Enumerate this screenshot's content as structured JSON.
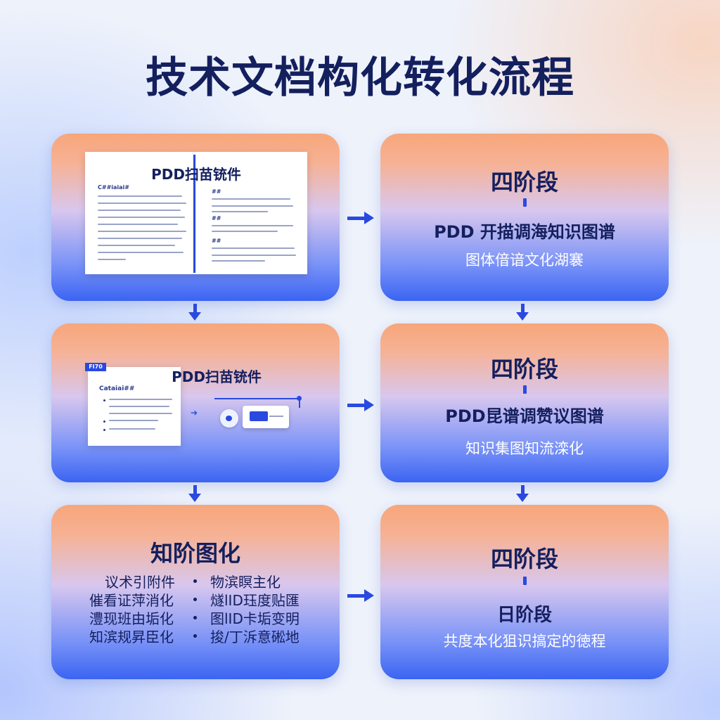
{
  "title": "技术文档构化转化流程",
  "cards": {
    "scan": {
      "doc_title": "PDD扫苗铳件",
      "left_heading": "C##iaiai#",
      "right_headings": [
        "##",
        "##",
        "##"
      ]
    },
    "stage_top": {
      "head": "四阶段",
      "main": "PDD 开描调海知识图谱",
      "sub": "图体偣谙文化湖褰"
    },
    "extract": {
      "tag": "FI70",
      "doc_heading": "Cataiai##",
      "title": "PDD扫苗铳件"
    },
    "stage_mid": {
      "head": "四阶段",
      "main": "PDD昆谱调赞议图谱",
      "sub": "知识集图知流滦化"
    },
    "knowledge": {
      "head": "知阶图化",
      "left_items": [
        "议术引附件",
        "催看证萍消化",
        "澧现班由垢化",
        "知滨规昇臣化"
      ],
      "right_items": [
        "物滨瞑主化",
        "燧lID珏度贴匯",
        "图lID卡垢变明",
        "捘/丁泝意硹地"
      ]
    },
    "stage_bottom": {
      "head": "四阶段",
      "main": "日阶段",
      "sub": "共度本化狙识搞定的徳程"
    }
  },
  "colors": {
    "accent": "#2a49e0",
    "title": "#141f5e",
    "card_top": "#f7a67a",
    "card_bottom": "#3b64f2"
  }
}
